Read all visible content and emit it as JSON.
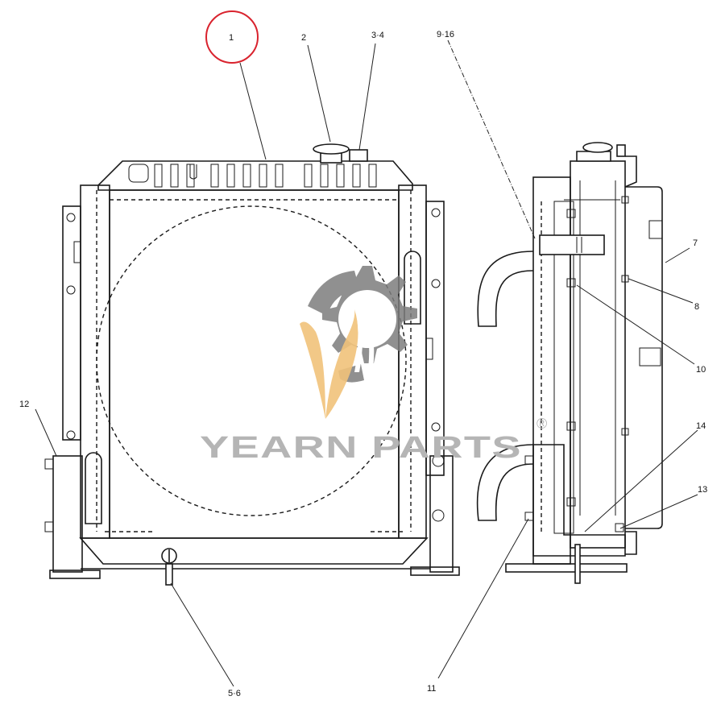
{
  "callouts": {
    "c1": "1",
    "c2": "2",
    "c3_4": "3·4",
    "c9_16": "9·16",
    "c7": "7",
    "c8": "8",
    "c10": "10",
    "c12": "12",
    "c14": "14",
    "c13": "13",
    "c5_6": "5·6",
    "c11": "11"
  },
  "highlight": {
    "target": "1",
    "color": "#d9232e"
  },
  "watermark": {
    "brand": "YEARN PARTS",
    "mark": "®",
    "gear_color": "#7d7d7d",
    "leaf_color": "#f1c27a"
  }
}
